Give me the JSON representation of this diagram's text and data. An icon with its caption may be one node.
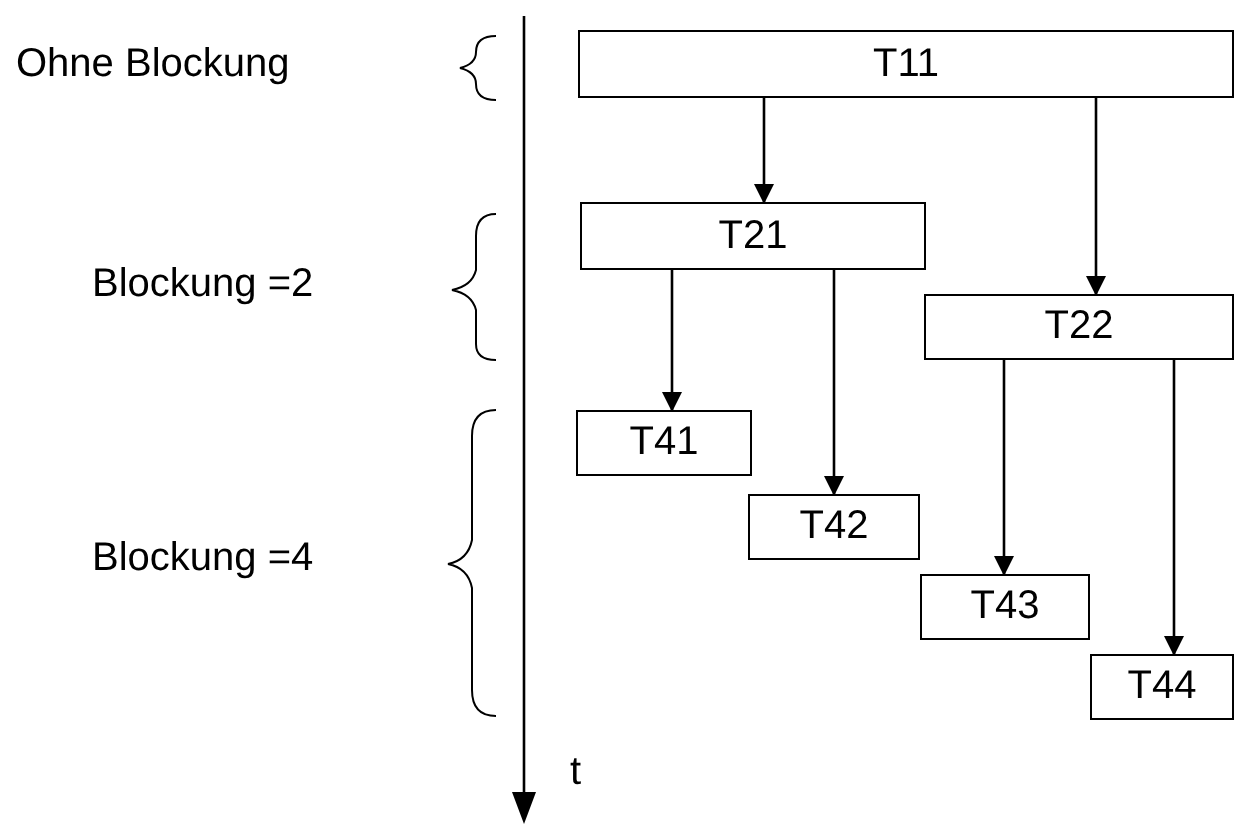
{
  "diagram": {
    "nodes": [
      {
        "text": [
          "T11"
        ]
      },
      {
        "text": [
          "T21"
        ]
      },
      {
        "text": [
          "T22"
        ]
      },
      {
        "text": [
          "T41"
        ]
      },
      {
        "text": [
          "T42"
        ]
      },
      {
        "text": [
          "T43"
        ]
      },
      {
        "text": [
          "T44"
        ]
      }
    ],
    "edges": [
      {
        "from": 0,
        "to": 1,
        "arrow": "to"
      },
      {
        "from": 0,
        "to": 2,
        "arrow": "to"
      },
      {
        "from": 1,
        "to": 3,
        "arrow": "to"
      },
      {
        "from": 1,
        "to": 4,
        "arrow": "to"
      },
      {
        "from": 2,
        "to": 5,
        "arrow": "to"
      },
      {
        "from": 2,
        "to": 6,
        "arrow": "to"
      }
    ],
    "labels": [
      "Ohne Blockung",
      "Blockung =2",
      "Blockung =4",
      "t"
    ]
  }
}
